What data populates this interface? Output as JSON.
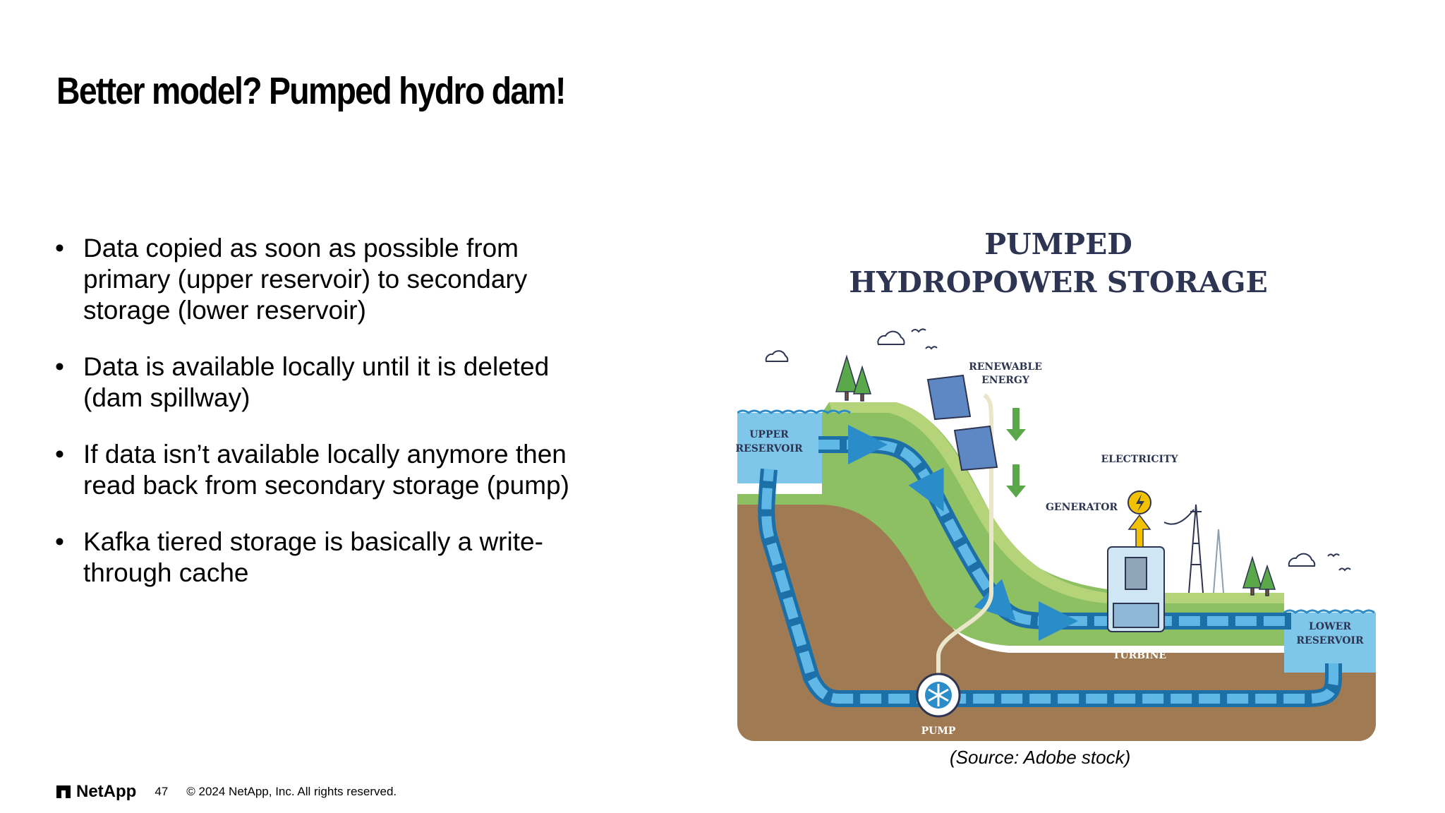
{
  "slide": {
    "title": "Better model? Pumped hydro dam!",
    "bullets": [
      {
        "lines": [
          "Data copied as soon as possible from",
          "primary (upper reservoir) to secondary",
          "storage (lower reservoir)"
        ]
      },
      {
        "lines": [
          "Data is available locally until it is deleted",
          "(dam spillway)"
        ]
      },
      {
        "lines": [
          "If data isn’t available locally anymore then",
          "read back from secondary storage (pump)"
        ]
      },
      {
        "lines": [
          "Kafka tiered storage is basically a write-",
          "through cache"
        ]
      }
    ],
    "bullet_glyph": "•"
  },
  "diagram": {
    "heading_line1": "PUMPED",
    "heading_line2": "HYDROPOWER STORAGE",
    "labels": {
      "upper_reservoir_1": "UPPER",
      "upper_reservoir_2": "RESERVOIR",
      "renewable_1": "RENEWABLE",
      "renewable_2": "ENERGY",
      "electricity": "ELECTRICITY",
      "generator": "GENERATOR",
      "turbine": "TURBINE",
      "lower_reservoir_1": "LOWER",
      "lower_reservoir_2": "RESERVOIR",
      "pump": "PUMP"
    },
    "source": "(Source: Adobe stock)",
    "colors": {
      "water": "#4aa8d8",
      "pipe": "#2a8cc8",
      "ground": "#a07a52",
      "grass": "#8cc063",
      "title": "#2e3553"
    }
  },
  "footer": {
    "brand": "NetApp",
    "page_number": "47",
    "copyright": "© 2024 NetApp, Inc. All rights reserved."
  }
}
